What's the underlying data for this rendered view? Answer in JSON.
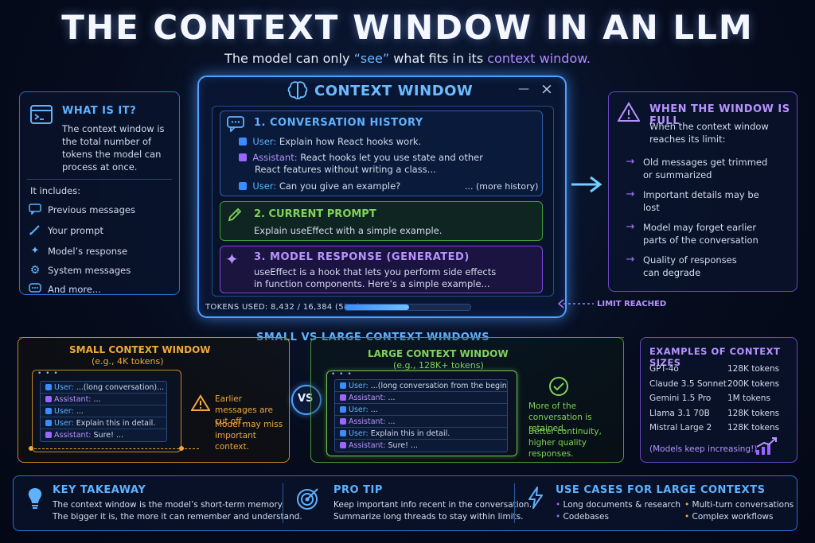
{
  "title": "THE CONTEXT WINDOW IN AN LLM",
  "subtitle": {
    "part1": "The model can only ",
    "see": "“see”",
    "part2": " what fits in its ",
    "highlight": "context window."
  },
  "what_is_it": {
    "heading": "WHAT IS IT?",
    "description": "The context window is the total number of tokens the model can process at once.",
    "includes_label": "It includes:",
    "items": [
      {
        "icon": "chat-icon",
        "label": "Previous messages"
      },
      {
        "icon": "pencil-icon",
        "label": "Your prompt"
      },
      {
        "icon": "sparkle-icon",
        "label": "Model’s response"
      },
      {
        "icon": "gear-icon",
        "label": "System messages"
      },
      {
        "icon": "more-icon",
        "label": "And more..."
      }
    ]
  },
  "context_window": {
    "title": "CONTEXT WINDOW",
    "minimize": "—",
    "close": "×",
    "history": {
      "heading": "1. CONVERSATION HISTORY",
      "messages": [
        {
          "role": "User:",
          "text": "Explain how React hooks work."
        },
        {
          "role": "Assistant:",
          "text": "React hooks let you use state and other",
          "text2": "React features without writing a class..."
        },
        {
          "role": "User:",
          "text": "Can you give an example?"
        }
      ],
      "more": "... (more history)"
    },
    "prompt": {
      "heading": "2. CURRENT PROMPT",
      "text": "Explain useEffect with a simple example."
    },
    "response": {
      "heading": "3. MODEL RESPONSE (GENERATED)",
      "line1": "useEffect is a hook that lets you perform side effects",
      "line2": "in function components. Here’s a simple example..."
    },
    "tokens_label": "TOKENS USED: 8,432 / 16,384 (51%)",
    "tokens_fraction": 0.51,
    "limit_label": "LIMIT REACHED"
  },
  "window_full": {
    "heading": "WHEN THE WINDOW IS FULL",
    "intro": "When the context window reaches its limit:",
    "items": [
      {
        "line1": "Old messages get trimmed",
        "line2": "or summarized"
      },
      {
        "line1": "Important details may be",
        "line2": "lost"
      },
      {
        "line1": "Model may forget earlier",
        "line2": "parts of the conversation"
      },
      {
        "line1": "Quality of responses",
        "line2": "can degrade"
      }
    ]
  },
  "comparison": {
    "heading": "SMALL VS LARGE CONTEXT WINDOWS",
    "vs": "VS",
    "small": {
      "title": "SMALL CONTEXT WINDOW",
      "subtitle": "(e.g., 4K tokens)",
      "rows": [
        {
          "role": "User:",
          "text": " ...(long conversation)..."
        },
        {
          "role": "Assistant:",
          "text": " ..."
        },
        {
          "role": "User:",
          "text": " ..."
        },
        {
          "role": "User:",
          "text": " Explain this in detail."
        },
        {
          "role": "Assistant:",
          "text": " Sure! ..."
        }
      ],
      "note1": "Earlier messages are cut off.",
      "note2": "Model may miss important context."
    },
    "large": {
      "title": "LARGE CONTEXT WINDOW",
      "subtitle": "(e.g., 128K+ tokens)",
      "rows": [
        {
          "role": "User:",
          "text": " ...(long conversation from the beginning)"
        },
        {
          "role": "Assistant:",
          "text": " ..."
        },
        {
          "role": "User:",
          "text": " ..."
        },
        {
          "role": "Assistant:",
          "text": " ..."
        },
        {
          "role": "User:",
          "text": " Explain this in detail."
        },
        {
          "role": "Assistant:",
          "text": " Sure! ..."
        }
      ],
      "note1": "More of the conversation is retained.",
      "note2": "Better continuity, higher quality responses."
    }
  },
  "examples": {
    "heading": "EXAMPLES OF CONTEXT SIZES",
    "rows": [
      {
        "model": "GPT-4o",
        "size": "128K tokens"
      },
      {
        "model": "Claude 3.5 Sonnet",
        "size": "200K tokens"
      },
      {
        "model": "Gemini 1.5 Pro",
        "size": "1M tokens"
      },
      {
        "model": "Llama 3.1 70B",
        "size": "128K tokens"
      },
      {
        "model": "Mistral Large 2",
        "size": "128K tokens"
      }
    ],
    "footer": "(Models keep increasing!)"
  },
  "takeaway": {
    "heading": "KEY TAKEAWAY",
    "line1": "The context window is the model’s short-term memory.",
    "line2": "The bigger it is, the more it can remember and understand."
  },
  "pro_tip": {
    "heading": "PRO TIP",
    "line1": "Keep important info recent in the conversation.",
    "line2": "Summarize long threads to stay within limits."
  },
  "use_cases": {
    "heading": "USE CASES FOR LARGE CONTEXTS",
    "items": [
      "Long documents & research",
      "Multi-turn conversations",
      "Codebases",
      "Complex workflows"
    ]
  },
  "colors": {
    "accent_blue": "#5fb2ff",
    "accent_purple": "#b793ff",
    "accent_green": "#7fd35a",
    "accent_orange": "#f0a93a"
  }
}
